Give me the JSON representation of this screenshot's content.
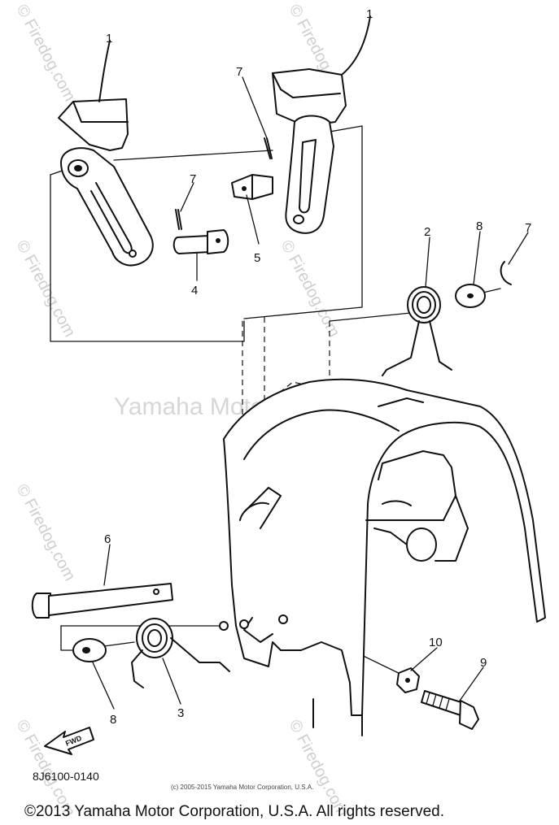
{
  "callouts": {
    "c1_left": "1",
    "c1_right": "1",
    "c2": "2",
    "c3": "3",
    "c4": "4",
    "c5": "5",
    "c6": "6",
    "c7_a": "7",
    "c7_b": "7",
    "c7_c": "7",
    "c8_top": "8",
    "c8_bottom": "8",
    "c9": "9",
    "c10": "10"
  },
  "fwd_label": "FWD",
  "part_code": "8J6100-0140",
  "small_copyright": "(c) 2005-2015 Yamaha Motor Corporation, U.S.A.",
  "copyright": "©2013 Yamaha Motor Corporation, U.S.A. All rights reserved.",
  "watermarks": {
    "center": "Yamaha Motor Corp, U.S.A.",
    "site": "© Firedog.com"
  }
}
